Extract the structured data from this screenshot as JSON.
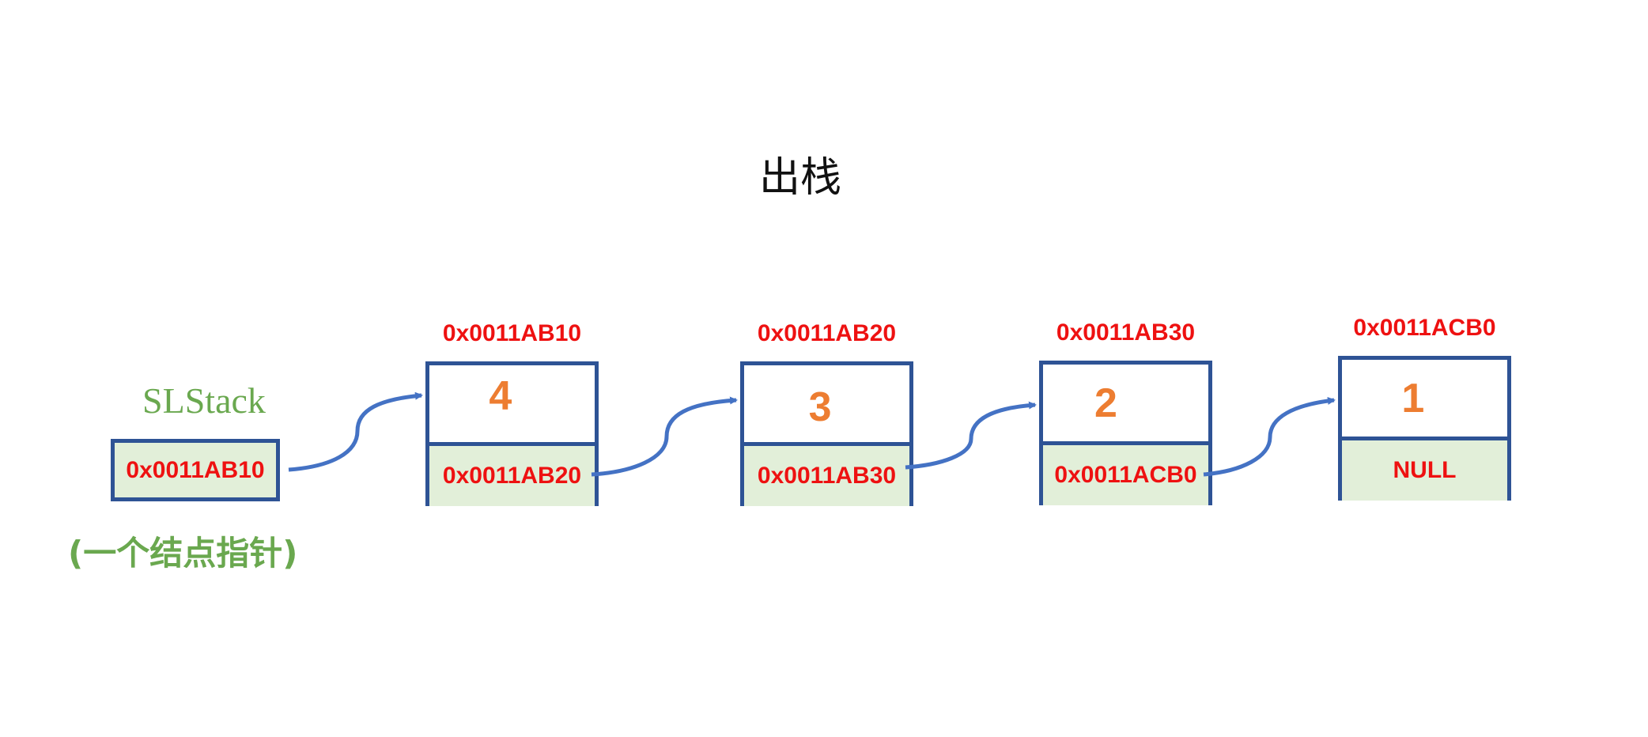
{
  "title": "出栈",
  "stack": {
    "label": "SLStack",
    "pointer": "0x0011AB10",
    "caption": "(一个结点指针)"
  },
  "nodes": [
    {
      "address": "0x0011AB10",
      "value": "4",
      "next": "0x0011AB20"
    },
    {
      "address": "0x0011AB20",
      "value": "3",
      "next": "0x0011AB30"
    },
    {
      "address": "0x0011AB30",
      "value": "2",
      "next": "0x0011ACB0"
    },
    {
      "address": "0x0011ACB0",
      "value": "1",
      "next": "NULL"
    }
  ],
  "colors": {
    "border": "#2e5395",
    "pointer_fill": "#e2efd9",
    "address_text": "#ee1111",
    "value_text": "#ed7d31",
    "label_green": "#6aa84f",
    "arrow": "#4472c4"
  }
}
